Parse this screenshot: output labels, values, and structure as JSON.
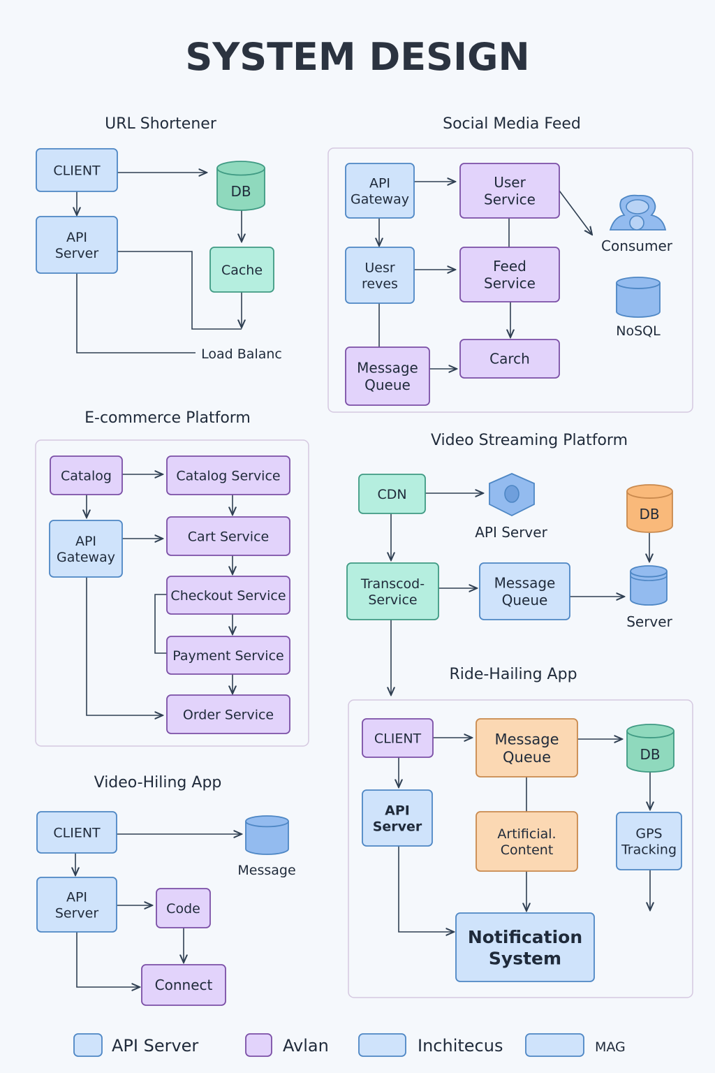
{
  "title": "SYSTEM DESIGN",
  "sections": {
    "url": "URL Shortener",
    "social": "Social Media Feed",
    "ecom": "E-commerce Platform",
    "video": "Video Streaming Platform",
    "hiling": "Video-Hiling App",
    "ride": "Ride-Hailing App"
  },
  "nodes": {
    "url_client": [
      "CLIENT"
    ],
    "url_db": [
      "DB"
    ],
    "url_api": [
      "API",
      "Server"
    ],
    "url_cache": [
      "Cache"
    ],
    "url_lb": [
      "Load Balanc"
    ],
    "sm_gateway": [
      "API",
      "Gateway"
    ],
    "sm_user": [
      "User",
      "Service"
    ],
    "sm_consumer": [
      "Consumer"
    ],
    "sm_uesr": [
      "Uesr",
      "reves"
    ],
    "sm_feed": [
      "Feed",
      "Service"
    ],
    "sm_nosql": [
      "NoSQL"
    ],
    "sm_mq": [
      "Message",
      "Queue"
    ],
    "sm_carch": [
      "Carch"
    ],
    "ec_catalog": [
      "Catalog"
    ],
    "ec_catalog_svc": [
      "Catalog Service"
    ],
    "ec_gateway": [
      "API",
      "Gateway"
    ],
    "ec_cart": [
      "Cart Service"
    ],
    "ec_checkout": [
      "Checkout Service"
    ],
    "ec_payment": [
      "Payment Service"
    ],
    "ec_order": [
      "Order Service"
    ],
    "vs_cdn": [
      "CDN"
    ],
    "vs_api": [
      "API Server"
    ],
    "vs_db": [
      "DB"
    ],
    "vs_transcode": [
      "Transcod-",
      "Service"
    ],
    "vs_mq": [
      "Message",
      "Queue"
    ],
    "vs_server": [
      "Server"
    ],
    "vh_client": [
      "CLIENT"
    ],
    "vh_message": [
      "Message"
    ],
    "vh_api": [
      "API",
      "Server"
    ],
    "vh_code": [
      "Code"
    ],
    "vh_connect": [
      "Connect"
    ],
    "rh_client": [
      "CLIENT"
    ],
    "rh_mq": [
      "Message",
      "Queue"
    ],
    "rh_db": [
      "DB"
    ],
    "rh_api": [
      "API",
      "Server"
    ],
    "rh_ai": [
      "Artificial.",
      "Content"
    ],
    "rh_gps": [
      "GPS",
      "Tracking"
    ],
    "rh_notify": [
      "Notification",
      "System"
    ]
  },
  "legend": [
    "API Server",
    "Avlan",
    "Inchitecus",
    "MAG"
  ],
  "colors": {
    "blue_fill": "#cfe3fb",
    "blue_stroke": "#4d86c4",
    "purple_fill": "#e2d3fb",
    "purple_stroke": "#7b4fa6",
    "green_fill": "#b5eedf",
    "green_stroke": "#3f9a83",
    "orange_fill": "#fbd8b3",
    "orange_stroke": "#c9894d",
    "db_blue": "#93bbef",
    "db_green": "#8fd9bd",
    "db_orange": "#f9b97a",
    "panel_border": "#d5c8e0"
  }
}
